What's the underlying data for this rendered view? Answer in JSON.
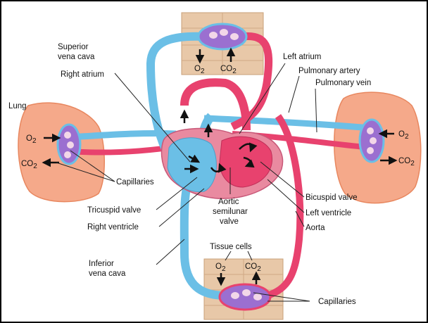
{
  "colors": {
    "oxygenated": "#e8426e",
    "deoxygenated": "#6bbfe6",
    "mixed_capillary": "#9b6fd0",
    "lung_tissue": "#f5a98a",
    "tissue_block": "#e8c8a8"
  },
  "labels": {
    "superior_vena_cava": [
      "Superior",
      "vena cava"
    ],
    "right_atrium": "Right atrium",
    "lung": "Lung",
    "capillaries_left": "Capillaries",
    "tricuspid_valve": "Tricuspid valve",
    "right_ventricle": "Right ventricle",
    "inferior_vena_cava": [
      "Inferior",
      "vena cava"
    ],
    "left_atrium": "Left atrium",
    "pulmonary_artery": "Pulmonary artery",
    "pulmonary_vein": "Pulmonary vein",
    "bicuspid_valve": "Bicuspid valve",
    "left_ventricle": "Left ventricle",
    "aorta": "Aorta",
    "aortic_semilunar_valve": [
      "Aortic",
      "semilunar",
      "valve"
    ],
    "tissue_cells": "Tissue cells",
    "capillaries_bottom": "Capillaries"
  },
  "gases": {
    "o2": "O",
    "co2": "CO",
    "subscript": "2"
  }
}
